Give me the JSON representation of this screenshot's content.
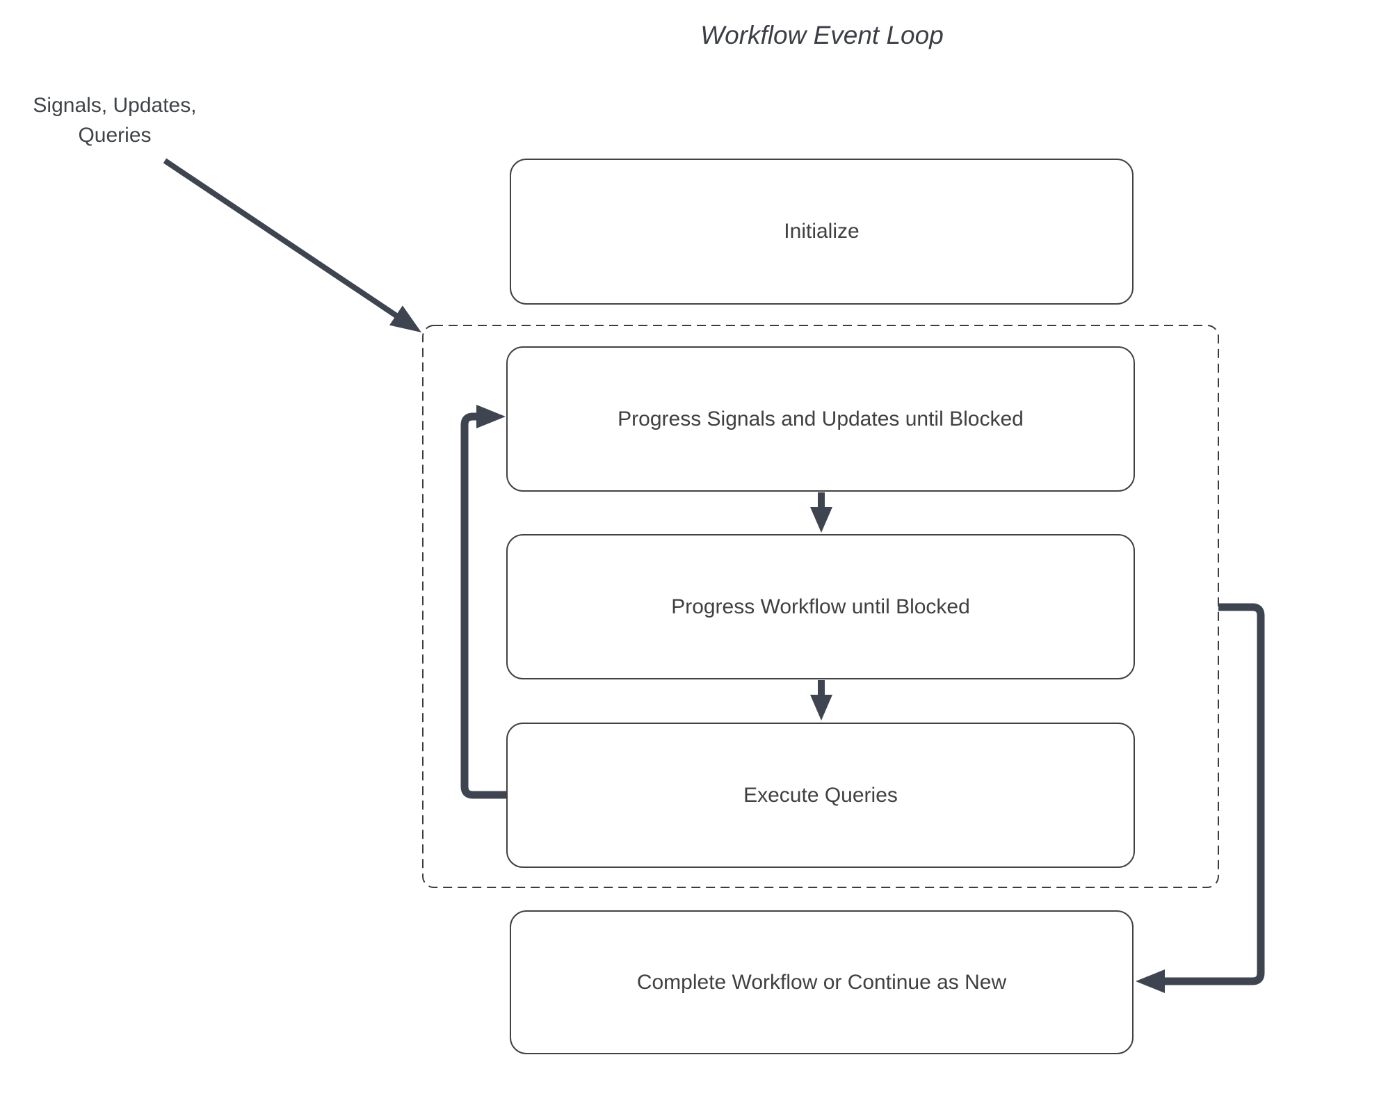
{
  "title": "Workflow Event Loop",
  "annotation": {
    "line1": "Signals, Updates,",
    "line2": "Queries"
  },
  "nodes": {
    "initialize": {
      "label": "Initialize"
    },
    "progress_signals": {
      "label": "Progress Signals and Updates until Blocked"
    },
    "progress_workflow": {
      "label": "Progress Workflow until Blocked"
    },
    "execute_queries": {
      "label": "Execute Queries"
    },
    "complete": {
      "label": "Complete Workflow or Continue as New"
    }
  },
  "edges": [
    {
      "name": "signals-updates-queries-into-loop",
      "from": "annotation",
      "to": "event-loop-group",
      "style": "thin-arrow"
    },
    {
      "name": "progress-signals-to-progress-workflow",
      "from": "progress_signals",
      "to": "progress_workflow",
      "style": "down-arrow"
    },
    {
      "name": "progress-workflow-to-execute-queries",
      "from": "progress_workflow",
      "to": "execute_queries",
      "style": "down-arrow"
    },
    {
      "name": "execute-queries-loop-back-to-progress-signals",
      "from": "execute_queries",
      "to": "progress_signals",
      "style": "thick-elbow-arrow"
    },
    {
      "name": "event-loop-group-to-complete",
      "from": "event-loop-group",
      "to": "complete",
      "style": "thick-elbow-arrow"
    }
  ],
  "colors": {
    "arrow": "#3e4450",
    "box_border": "#424242",
    "dashed_border": "#3c3c3c",
    "text": "#3f4040",
    "background": "#ffffff"
  }
}
